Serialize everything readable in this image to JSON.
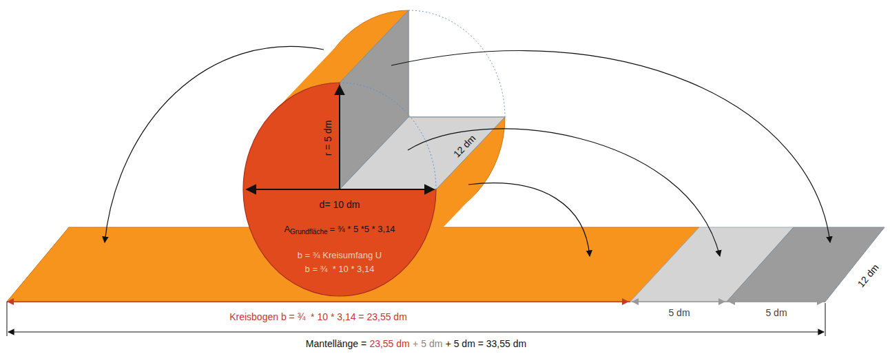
{
  "diagram": {
    "labels": [
      "r = 5 dm",
      "12 dm",
      "d= 10 dm",
      "A",
      "Grundfläche",
      "= ¾ * 5 *5 * 3,14",
      "b = ¾ Kreisumfang U",
      "b = ¾  * 10 * 3,14",
      "Kreisbogen b = ¾  * 10 * 3,14 = 23,55 dm",
      "5 dm",
      "5 dm",
      "12 dm",
      "Mantellänge =",
      "23,55 dm",
      "+",
      "5 dm",
      "+ 5 dm = 33,55 dm"
    ]
  }
}
